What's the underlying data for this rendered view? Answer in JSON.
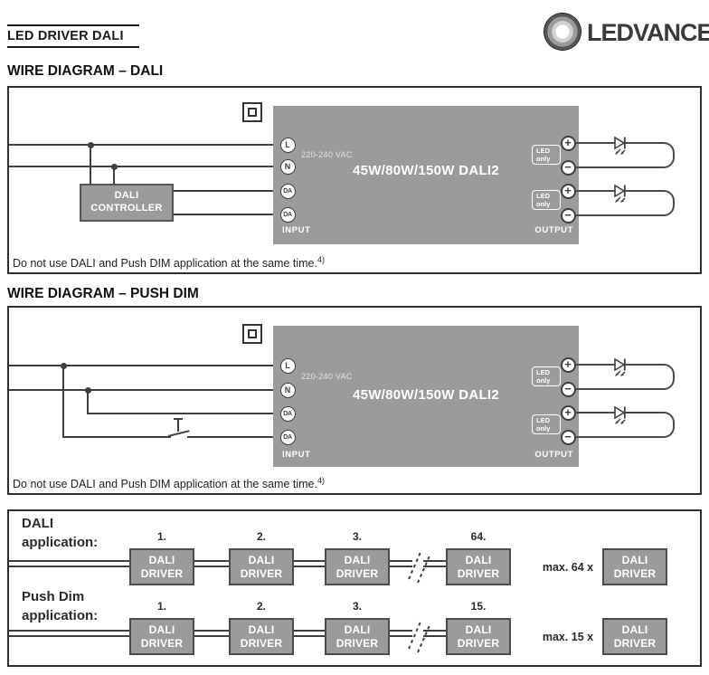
{
  "header": {
    "title": "LED DRIVER DALI",
    "brand": "LEDVANCE"
  },
  "diagram_dali": {
    "heading": "WIRE DIAGRAM – DALI",
    "note": "Do not use DALI and Push DIM application at the same time.",
    "note_ref": "4)"
  },
  "diagram_push": {
    "heading": "WIRE DIAGRAM – PUSH DIM",
    "note": "Do not use DALI and Push DIM application at the same time.",
    "note_ref": "4)"
  },
  "driver": {
    "terminal_l": "L",
    "terminal_n": "N",
    "terminal_da": "DA",
    "voltage": "220-240 VAC",
    "model": "45W/80W/150W DALI2",
    "input": "INPUT",
    "output": "OUTPUT",
    "led_only_line1": "LED",
    "led_only_line2": "only",
    "plus": "+",
    "minus": "−"
  },
  "controller": {
    "line1": "DALI",
    "line2": "CONTROLLER"
  },
  "applications": {
    "box_line1": "DALI",
    "box_line2": "DRIVER",
    "rows": [
      {
        "label1": "DALI",
        "label2": "application:",
        "n1": "1.",
        "n2": "2.",
        "n3": "3.",
        "n4": "64.",
        "max": "max. 64 x"
      },
      {
        "label1": "Push Dim",
        "label2": "application:",
        "n1": "1.",
        "n2": "2.",
        "n3": "3.",
        "n4": "15.",
        "max": "max. 15 x"
      }
    ]
  },
  "colors": {
    "driver_gray": "#9b9b9b",
    "wire": "#3f3f3f",
    "logo_text": "#3a3a3a"
  }
}
